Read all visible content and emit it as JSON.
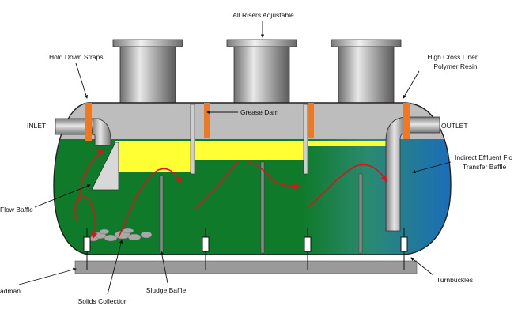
{
  "labels": {
    "all_risers": "All Risers Adjustable",
    "hold_down_straps": "Hold Down Straps",
    "high_cross_liner": [
      "High Cross Liner",
      "Polymer Resin"
    ],
    "inlet": "INLET",
    "outlet": "OUTLET",
    "grease_dam": "Grease Dam",
    "indirect_effluent": [
      "Indirect Effluent Flo",
      "Transfer Baffle"
    ],
    "flow_baffle": "Flow Baffle",
    "deadman": "adman",
    "solids_collection": "Solids Collection",
    "sludge_baffle": "Sludge Baffle",
    "turnbuckles": "Turnbuckles"
  },
  "colors": {
    "tank_green": "#0f7a2a",
    "tank_blue": "#1a6ac0",
    "grease_yellow": "#ffff33",
    "strap_orange": "#f07820",
    "flow_red": "#d8141c",
    "metal_grey": "#a8a8a8",
    "base_grey": "#9a9a9a"
  }
}
